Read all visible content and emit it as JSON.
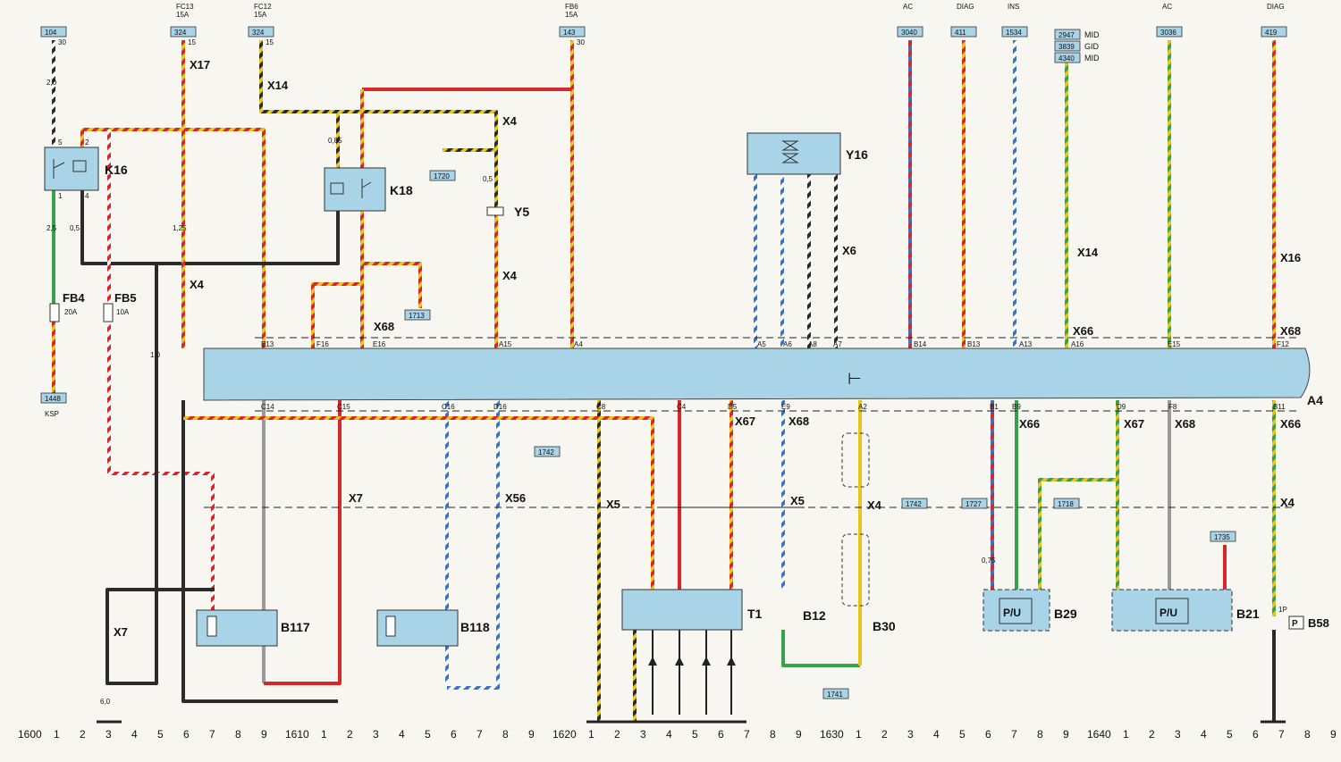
{
  "colors": {
    "background": "#f7f6f1",
    "ecu_fill": "#a9d3e6",
    "box_fill": "#a9d3e6",
    "wire_black": "#2b2b2b",
    "wire_red": "#d8262b",
    "wire_yellow": "#e6c51c",
    "wire_blue": "#3a74c4",
    "wire_green": "#36a24a",
    "wire_brown": "#8a5a2b",
    "wire_grey": "#9a9a9a",
    "wire_white": "#ffffff",
    "wire_violet": "#8c5bb5"
  },
  "top_refs": [
    {
      "id": "ref-104",
      "box": "104",
      "pin": "30",
      "header": []
    },
    {
      "id": "ref-324-fc13",
      "box": "324",
      "pin": "15",
      "header": [
        "FC13",
        "15A"
      ]
    },
    {
      "id": "ref-324-fc12",
      "box": "324",
      "pin": "15",
      "header": [
        "FC12",
        "15A"
      ]
    },
    {
      "id": "ref-143",
      "box": "143",
      "pin": "30",
      "header": [
        "FB6",
        "15A"
      ]
    },
    {
      "id": "ref-3040",
      "box": "3040",
      "pin": "",
      "header": [
        "AC"
      ]
    },
    {
      "id": "ref-411",
      "box": "411",
      "pin": "",
      "header": [
        "DIAG"
      ]
    },
    {
      "id": "ref-1534",
      "box": "1534",
      "pin": "",
      "header": [
        "INS"
      ]
    },
    {
      "id": "ref-3036",
      "box": "3036",
      "pin": "",
      "header": [
        "AC"
      ]
    },
    {
      "id": "ref-419",
      "box": "419",
      "pin": "",
      "header": [
        "DIAG"
      ]
    }
  ],
  "mid_group": [
    {
      "box": "2947",
      "label": "MID"
    },
    {
      "box": "3839",
      "label": "GID"
    },
    {
      "box": "4340",
      "label": "MID"
    }
  ],
  "cross_refs": [
    "1720",
    "1713",
    "1742",
    "1742",
    "1727",
    "1718",
    "1735",
    "1741",
    "1448"
  ],
  "ksp_label": "KSP",
  "components": {
    "K16": "K16",
    "K18": "K18",
    "Y5": "Y5",
    "Y16": "Y16",
    "A4": "A4",
    "T1": "T1",
    "B117": "B117",
    "B118": "B118",
    "B12": "B12",
    "B30": "B30",
    "B29": "B29",
    "B21": "B21",
    "B58": "B58",
    "FB4": "FB4",
    "FB4_rating": "20A",
    "FB5": "FB5",
    "FB5_rating": "10A"
  },
  "connectors": {
    "X17": "X17",
    "X14a": "X14",
    "X4a": "X4",
    "X4b": "X4",
    "X4c": "X4",
    "X68a": "X68",
    "X6": "X6",
    "X14b": "X14",
    "X16": "X16",
    "X66a": "X66",
    "X68b": "X68",
    "X7a": "X7",
    "X56": "X56",
    "X5a": "X5",
    "X67a": "X67",
    "X68c": "X68",
    "X5b": "X5",
    "X4d": "X4",
    "X66b": "X66",
    "X67b": "X67",
    "X68d": "X68",
    "X66c": "X66",
    "X4e": "X4",
    "X7b": "X7"
  },
  "pins_top": [
    "E13",
    "F16",
    "E16",
    "A15",
    "A4",
    "A5",
    "A6",
    "A8",
    "A7",
    "B14",
    "B13",
    "A13",
    "A16",
    "E15",
    "F12"
  ],
  "pins_bottom": [
    "C14",
    "C15",
    "C16",
    "D16",
    "C8",
    "C4",
    "D5",
    "E9",
    "A2",
    "B1",
    "B9",
    "D9",
    "F8",
    "B11"
  ],
  "wire_sizes": [
    "2,0",
    "0,85",
    "2,5",
    "0,5",
    "1,25",
    "0,5",
    "1,0",
    "0,75",
    "6,0",
    "1P"
  ],
  "footer": [
    {
      "n": "1600",
      "d": [
        "1",
        "2",
        "3",
        "4",
        "5",
        "6",
        "7",
        "8",
        "9"
      ]
    },
    {
      "n": "1610",
      "d": [
        "1",
        "2",
        "3",
        "4",
        "5",
        "6",
        "7",
        "8",
        "9"
      ]
    },
    {
      "n": "1620",
      "d": [
        "1",
        "2",
        "3",
        "4",
        "5",
        "6",
        "7",
        "8",
        "9"
      ]
    },
    {
      "n": "1630",
      "d": [
        "1",
        "2",
        "3",
        "4",
        "5",
        "6",
        "7",
        "8",
        "9"
      ]
    },
    {
      "n": "1640",
      "d": [
        "1",
        "2",
        "3",
        "4",
        "5",
        "6",
        "7",
        "8",
        "9"
      ]
    }
  ]
}
